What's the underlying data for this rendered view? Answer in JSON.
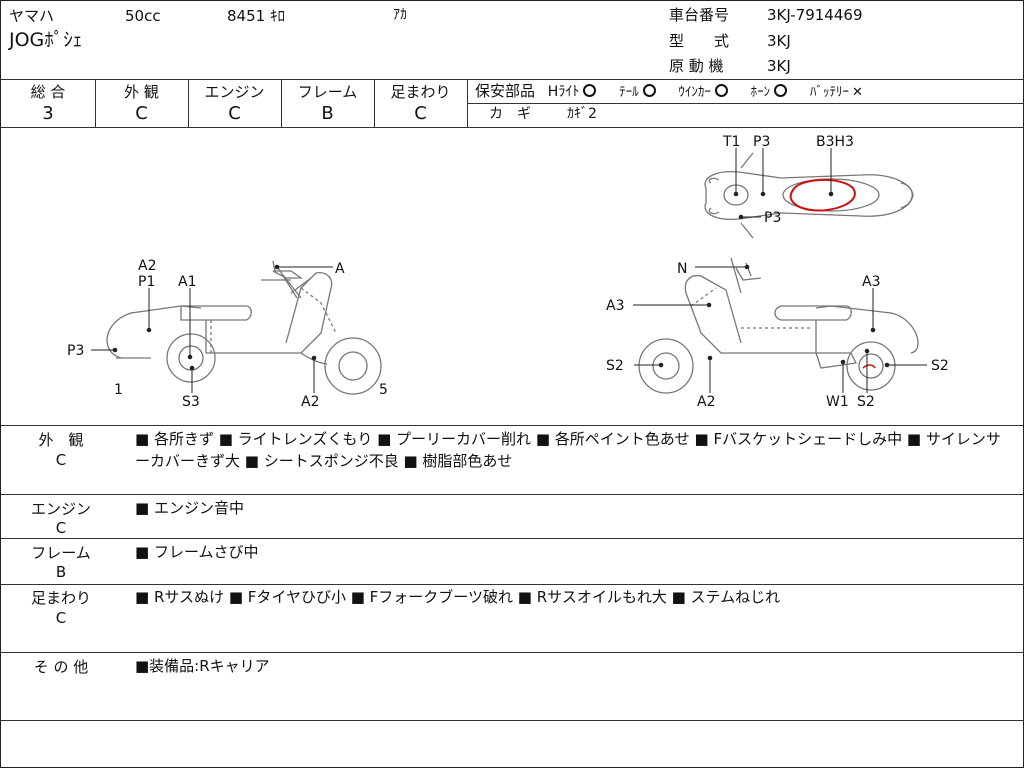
{
  "header": {
    "maker": "ヤマハ",
    "displacement": "50cc",
    "mileage": "8451 ｷﾛ",
    "color": "ｱｶ",
    "model_name": "JOGﾎﾟｼｪ",
    "frame_no_label": "車台番号",
    "frame_no": "3KJ-7914469",
    "type_label": "型　　式",
    "type_value": "3KJ",
    "engine_label": "原 動 機",
    "engine_value": "3KJ"
  },
  "grades": [
    {
      "label": "総 合",
      "value": "3"
    },
    {
      "label": "外 観",
      "value": "C"
    },
    {
      "label": "エンジン",
      "value": "C"
    },
    {
      "label": "フレーム",
      "value": "B"
    },
    {
      "label": "足まわり",
      "value": "C"
    }
  ],
  "safety": {
    "label": "保安部品",
    "items": [
      {
        "label": "Hﾗｲﾄ",
        "mark": "circle"
      },
      {
        "label": "ﾃｰﾙ",
        "mark": "circle"
      },
      {
        "label": "ｳｲﾝｶｰ",
        "mark": "circle"
      },
      {
        "label": "ﾎｰﾝ",
        "mark": "circle"
      },
      {
        "label": "ﾊﾞｯﾃﾘｰ",
        "mark": "cross"
      }
    ],
    "key_label": "カ　ギ",
    "key_value": "ｶｷﾞ2"
  },
  "diagram_labels": {
    "left": [
      "A2",
      "P1",
      "A1",
      "A",
      "P3",
      "1",
      "S3",
      "A2",
      "5"
    ],
    "right": [
      "N",
      "A3",
      "A3",
      "S2",
      "A2",
      "W1",
      "S2",
      "S2"
    ],
    "top": [
      "T1",
      "P3",
      "B3H3",
      "P3"
    ]
  },
  "sections": [
    {
      "label": "外　観",
      "grade": "C",
      "text": "■ 各所きず ■ ライトレンズくもり ■ プーリーカバー削れ ■ 各所ペイント色あせ ■ Fバスケットシェードしみ中 ■ サイレンサーカバーきず大 ■ シートスポンジ不良 ■ 樹脂部色あせ"
    },
    {
      "label": "エンジン",
      "grade": "C",
      "text": "■ エンジン音中"
    },
    {
      "label": "フレーム",
      "grade": "B",
      "text": "■ フレームさび中"
    },
    {
      "label": "足まわり",
      "grade": "C",
      "text": "■ Rサスぬけ ■ Fタイヤひび小 ■ Fフォークブーツ破れ ■ Rサスオイルもれ大 ■ ステムねじれ"
    },
    {
      "label": "そ の 他",
      "grade": "",
      "text": "■装備品:Rキャリア"
    }
  ],
  "colors": {
    "line": "#333333",
    "text": "#111111",
    "marking": "#cc1111",
    "sketch": "#666666"
  }
}
